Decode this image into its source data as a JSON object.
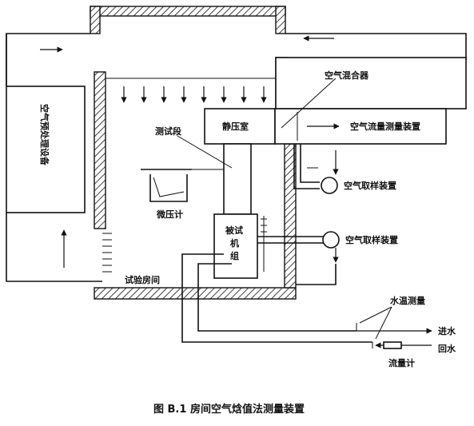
{
  "labels": {
    "air_mixer": "空气混合器",
    "static_pressure_chamber": "静压室",
    "airflow_measuring_device": "空气流量测量装置",
    "test_section": "测试段",
    "air_sampler_1": "空气取样装置",
    "air_sampler_2": "空气取样装置",
    "micromanometer": "微压计",
    "unit_under_test": "被试机组",
    "pretreatment_equipment": "空气预处理设备",
    "test_room": "试验房间",
    "water_temp_measurement": "水温测量",
    "water_inlet": "进水",
    "water_return": "回水",
    "flowmeter": "流量计"
  },
  "caption": "图 B.1   房间空气焓值法测量装置"
}
